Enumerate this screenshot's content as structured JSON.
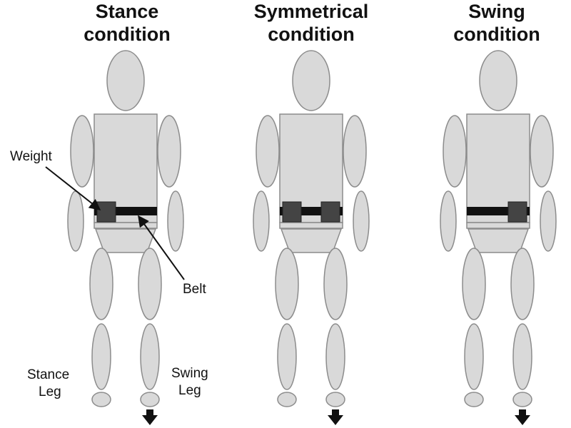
{
  "titles": [
    {
      "line1": "Stance",
      "line2": "condition"
    },
    {
      "line1": "Symmetrical",
      "line2": "condition"
    },
    {
      "line1": "Swing",
      "line2": "condition"
    }
  ],
  "labels": {
    "weight": "Weight",
    "belt": "Belt",
    "stance_leg_1": "Stance",
    "stance_leg_2": "Leg",
    "swing_leg_1": "Swing",
    "swing_leg_2": "Leg"
  },
  "colors": {
    "body_fill": "#d9d9d9",
    "body_stroke": "#8c8c8c",
    "belt": "#111111",
    "weight": "#444444",
    "arrow": "#111111"
  },
  "figures": [
    {
      "condition": "stance",
      "weights": [
        "left"
      ],
      "arrow_foot": "right"
    },
    {
      "condition": "symmetrical",
      "weights": [
        "left",
        "right"
      ],
      "arrow_foot": "right"
    },
    {
      "condition": "swing",
      "weights": [
        "right"
      ],
      "arrow_foot": "right"
    }
  ]
}
